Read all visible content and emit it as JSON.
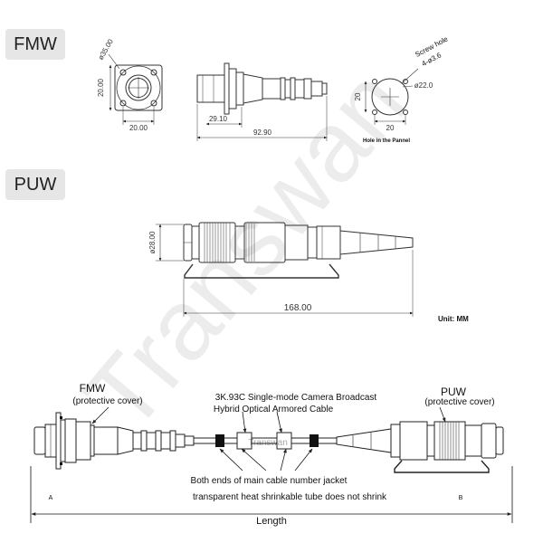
{
  "sections": {
    "fmw": "FMW",
    "puw": "PUW"
  },
  "fmw_dims": {
    "flange_dia": "ø35.00",
    "height": "20.00",
    "width": "20.00",
    "flange_to_end": "29.10",
    "total_length": "92.90"
  },
  "panel_hole": {
    "screw_hole_label": "Screw hole",
    "screw_hole_spec": "4-ø3.6",
    "hole_dia": "ø22.0",
    "height": "20",
    "width": "20",
    "caption": "Hole in the Pannel"
  },
  "puw_dims": {
    "dia": "ø28.00",
    "length": "168.00"
  },
  "unit": "Unit: MM",
  "watermark": "Transwan",
  "cable_watermark": "Transwan",
  "assembly": {
    "left_title": "FMW",
    "left_sub": "(protective cover)",
    "right_title": "PUW",
    "right_sub": "(protective cover)",
    "cable_line1": "3K.93C Single-mode Camera Broadcast",
    "cable_line2": "Hybrid Optical Armored Cable",
    "note1": "Both ends of main cable number jacket",
    "note2": "transparent heat shrinkable tube does not shrink",
    "end_a": "A",
    "end_b": "B",
    "length_label": "Length"
  }
}
